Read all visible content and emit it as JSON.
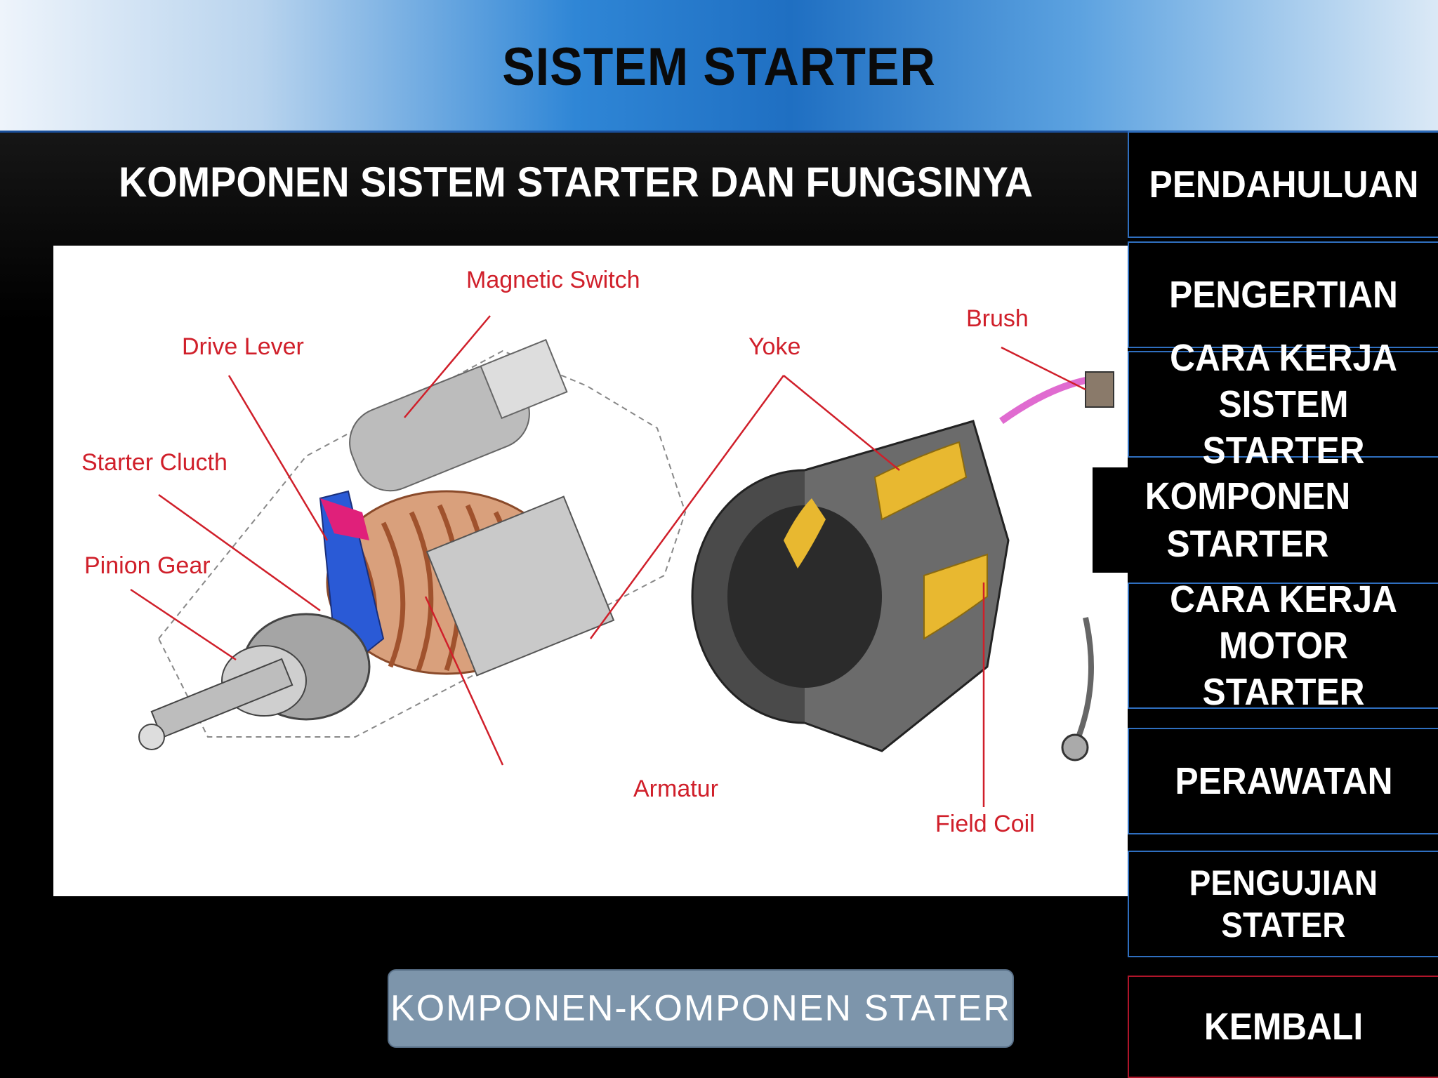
{
  "header": {
    "title": "SISTEM STARTER"
  },
  "content": {
    "subtitle": "KOMPONEN SISTEM STARTER DAN FUNGSINYA",
    "diagram_labels": {
      "magnetic_switch": "Magnetic Switch",
      "drive_lever": "Drive Lever",
      "starter_clutch": "Starter Clucth",
      "pinion_gear": "Pinion Gear",
      "yoke": "Yoke",
      "brush": "Brush",
      "armature": "Armatur",
      "field_coil": "Field Coil"
    },
    "bottom_button": "KOMPONEN-KOMPONEN STATER"
  },
  "nav": {
    "pendahuluan": "PENDAHULUAN",
    "pengertian": "PENGERTIAN",
    "cara_kerja_sistem": "CARA KERJA\nSISTEM\nSTARTER",
    "komponen": "KOMPONEN\nSTARTER",
    "cara_kerja_motor": "CARA KERJA\nMOTOR\nSTARTER",
    "perawatan": "PERAWATAN",
    "pengujian": "PENGUJIAN\nSTATER",
    "kembali": "KEMBALI"
  },
  "colors": {
    "accent_blue": "#2f6fc0",
    "label_red": "#d01f2a",
    "back_border": "#b0152a"
  }
}
